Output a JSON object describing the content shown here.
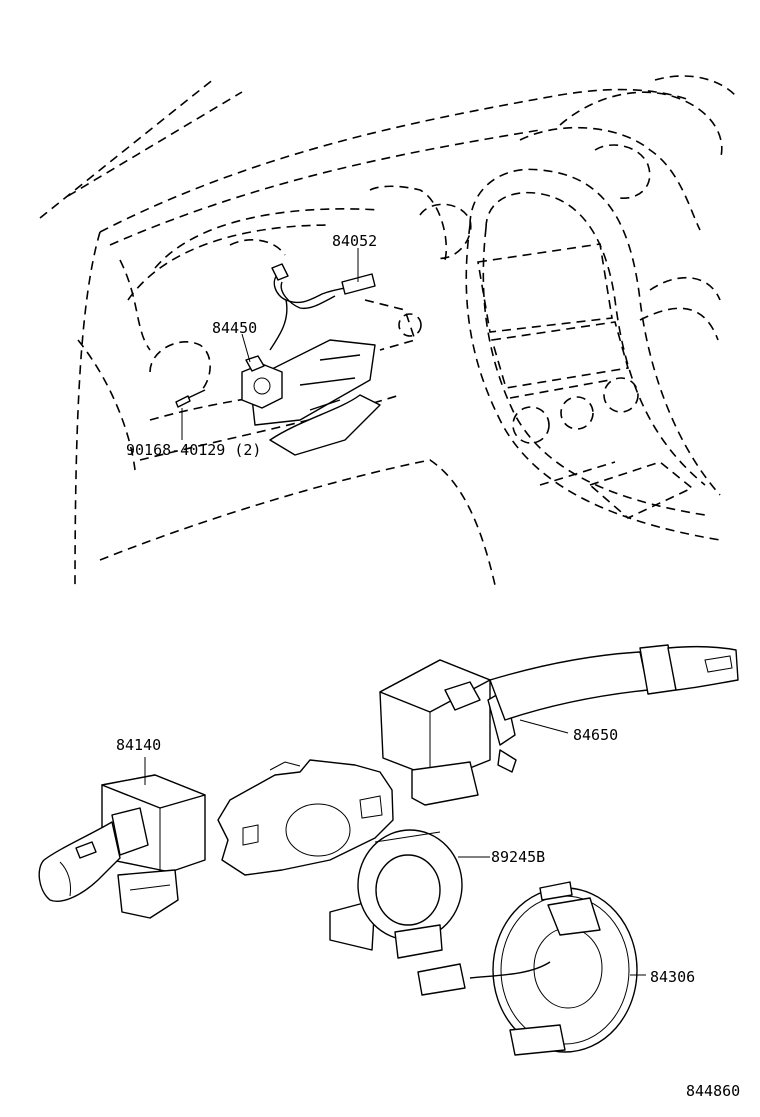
{
  "labels": {
    "harness": "84052",
    "switch_upper": "84450",
    "screw": "90168-40129 (2)",
    "turn_signal_switch": "84140",
    "wiper_switch": "84650",
    "sensor_ring": "89245B",
    "spiral_cable": "84306",
    "figure_code": "844860"
  }
}
